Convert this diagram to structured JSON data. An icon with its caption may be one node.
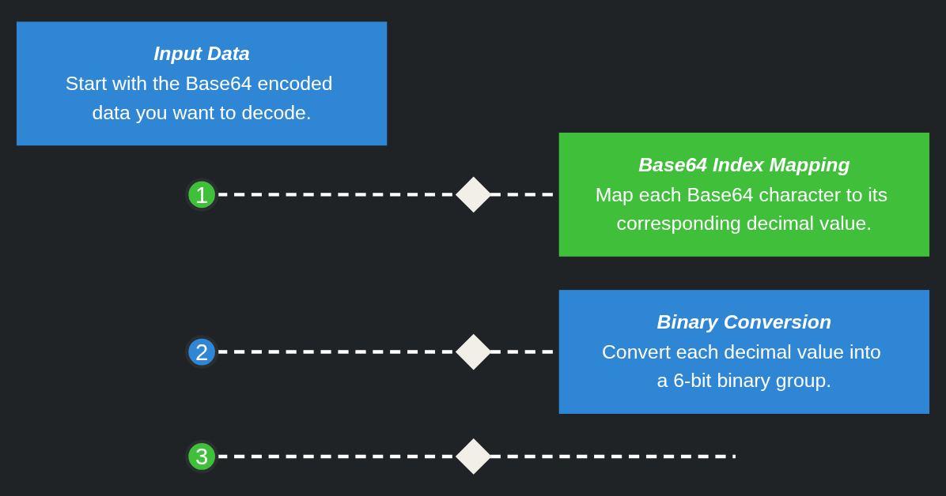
{
  "diagram": {
    "nodes": [
      {
        "text": [
          "Input Data",
          "Start with the Base64 encoded data you want to decode."
        ]
      },
      {
        "text": [
          "1"
        ]
      },
      {
        "text": [],
        "shape": "diamond"
      },
      {
        "text": [
          "Base64 Index Mapping",
          "Map each Base64 character to its corresponding decimal value."
        ]
      },
      {
        "text": [
          "2"
        ]
      },
      {
        "text": [],
        "shape": "diamond"
      },
      {
        "text": [
          "Binary Conversion",
          "Convert each decimal value into a 6-bit binary group."
        ]
      },
      {
        "text": [
          "3"
        ]
      },
      {
        "text": [],
        "shape": "diamond"
      }
    ],
    "edges": [
      {
        "from": 1,
        "to": 2,
        "arrow": "none",
        "style": "dashed"
      },
      {
        "from": 2,
        "to": 3,
        "arrow": "none",
        "style": "dashed"
      },
      {
        "from": 4,
        "to": 5,
        "arrow": "none",
        "style": "dashed"
      },
      {
        "from": 5,
        "to": 6,
        "arrow": "none",
        "style": "dashed"
      },
      {
        "from": 7,
        "to": 8,
        "arrow": "none",
        "style": "dashed"
      },
      {
        "from": 8,
        "to": null,
        "arrow": "none",
        "style": "dashed"
      }
    ]
  }
}
